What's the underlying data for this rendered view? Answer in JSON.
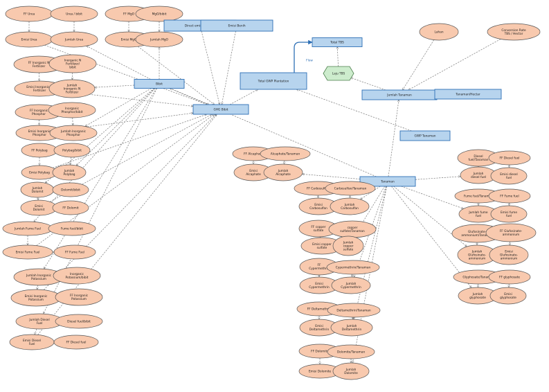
{
  "colors": {
    "ellipse_fill": "#f8c9ae",
    "ellipse_stroke": "#555555",
    "rect_fill": "#b7d4ee",
    "rect_stroke": "#2d6fb5",
    "hex_fill": "#cdeccd",
    "hex_stroke": "#4a7d4a",
    "edge": "#7a7a7a",
    "flow_edge": "#2d6fb5"
  },
  "nodes": [
    {
      "id": "ff_urea",
      "shape": "ellipse",
      "lines": [
        "FF Urea"
      ]
    },
    {
      "id": "urea_bibit",
      "shape": "ellipse",
      "lines": [
        "Urea / bibit"
      ]
    },
    {
      "id": "emisi_urea",
      "shape": "ellipse",
      "lines": [
        "Emisi Urea"
      ]
    },
    {
      "id": "jumlah_urea",
      "shape": "ellipse",
      "lines": [
        "Jumlah Urea"
      ]
    },
    {
      "id": "ff_mgo",
      "shape": "ellipse",
      "lines": [
        "FF MgO"
      ]
    },
    {
      "id": "mgo_bibit",
      "shape": "ellipse",
      "lines": [
        "MgO/bibit"
      ]
    },
    {
      "id": "emisi_mgo",
      "shape": "ellipse",
      "lines": [
        "Emisi MgO"
      ]
    },
    {
      "id": "jumlah_mgo",
      "shape": "ellipse",
      "lines": [
        "Jumlah MgO"
      ]
    },
    {
      "id": "direct_emission",
      "shape": "rect",
      "lines": [
        "Direct emission Bibit"
      ]
    },
    {
      "id": "emisi_benih",
      "shape": "rect",
      "lines": [
        "Emisi Benih"
      ]
    },
    {
      "id": "ff_inorg_n",
      "shape": "ellipse",
      "lines": [
        "FF Inorganic N",
        "Fertilizer"
      ]
    },
    {
      "id": "inorg_n_bibit",
      "shape": "ellipse",
      "lines": [
        "Inorganic N",
        "Fertilizer/",
        "bibit"
      ]
    },
    {
      "id": "emisi_inorg_n",
      "shape": "ellipse",
      "lines": [
        "Emisi Inorganic N",
        "Fertilizer"
      ]
    },
    {
      "id": "jumlah_inorg_n",
      "shape": "ellipse",
      "lines": [
        "Jumlah",
        "Inorganic N",
        "Fertilizer"
      ]
    },
    {
      "id": "bibit",
      "shape": "rect",
      "lines": [
        "Bibit"
      ]
    },
    {
      "id": "ff_inorg_p",
      "shape": "ellipse",
      "lines": [
        "FF Inorganic",
        "Phosphor"
      ]
    },
    {
      "id": "inorg_p_bibit",
      "shape": "ellipse",
      "lines": [
        "Inorganic",
        "Phosphor/bibit"
      ]
    },
    {
      "id": "emisi_inorg_p",
      "shape": "ellipse",
      "lines": [
        "Emisi Inorganic",
        "Phosphor"
      ]
    },
    {
      "id": "jumlah_inorg_p",
      "shape": "ellipse",
      "lines": [
        "Jumlah Inorganic",
        "Phosphor"
      ]
    },
    {
      "id": "ghg_bibit",
      "shape": "rect",
      "lines": [
        "GHG Bibit"
      ]
    },
    {
      "id": "ff_polybag",
      "shape": "ellipse",
      "lines": [
        "FF Polybag"
      ]
    },
    {
      "id": "polybag_bibit",
      "shape": "ellipse",
      "lines": [
        "Polybag/bibit"
      ]
    },
    {
      "id": "emisi_polybag",
      "shape": "ellipse",
      "lines": [
        "Emisi Polybag"
      ]
    },
    {
      "id": "jumlah_polybag",
      "shape": "ellipse",
      "lines": [
        "Jumlah",
        "Polybag"
      ]
    },
    {
      "id": "jumlah_dolomit",
      "shape": "ellipse",
      "lines": [
        "Jumlah",
        "Dolomit"
      ]
    },
    {
      "id": "dolomit_bibit",
      "shape": "ellipse",
      "lines": [
        "Dolomit/bibit"
      ]
    },
    {
      "id": "emisi_dolomit",
      "shape": "ellipse",
      "lines": [
        "Emisi",
        "Dolomit"
      ]
    },
    {
      "id": "ff_dolomit",
      "shape": "ellipse",
      "lines": [
        "FF Dolomit"
      ]
    },
    {
      "id": "jumlah_fume_fuel",
      "shape": "ellipse",
      "lines": [
        "Jumlah Fume Fuel"
      ]
    },
    {
      "id": "fume_fuel_bibit",
      "shape": "ellipse",
      "lines": [
        "Fume fuel/bibit"
      ]
    },
    {
      "id": "emisi_fume_fuel",
      "shape": "ellipse",
      "lines": [
        "Emisi Fume Fuel"
      ]
    },
    {
      "id": "ff_fume_fuel",
      "shape": "ellipse",
      "lines": [
        "FF Fume Fuel"
      ]
    },
    {
      "id": "jumlah_inorg_k",
      "shape": "ellipse",
      "lines": [
        "Jumlah Inorganic",
        "Potassium"
      ]
    },
    {
      "id": "inorg_k_bibit",
      "shape": "ellipse",
      "lines": [
        "Inorganic",
        "Potassium/bibit"
      ]
    },
    {
      "id": "emisi_inorg_k",
      "shape": "ellipse",
      "lines": [
        "Emisi Inorganic",
        "Potassium"
      ]
    },
    {
      "id": "ff_inorg_k",
      "shape": "ellipse",
      "lines": [
        "FF Inorganic",
        "Potassium"
      ]
    },
    {
      "id": "jumlah_diesel",
      "shape": "ellipse",
      "lines": [
        "Jumlah Diesel",
        "Fuel"
      ]
    },
    {
      "id": "diesel_bibit",
      "shape": "ellipse",
      "lines": [
        "Diesel fuel/bibit"
      ]
    },
    {
      "id": "emisi_diesel",
      "shape": "ellipse",
      "lines": [
        "Emisi Diesel",
        "Fuel"
      ]
    },
    {
      "id": "ff_diesel",
      "shape": "ellipse",
      "lines": [
        "FF Diesel fuel"
      ]
    },
    {
      "id": "total_gwp",
      "shape": "rect",
      "lines": [
        "Total GWP Plantation"
      ]
    },
    {
      "id": "total_tbs",
      "shape": "rect",
      "lines": [
        "Total TBS"
      ]
    },
    {
      "id": "laju_tbs",
      "shape": "hex",
      "lines": [
        "Laju TBS"
      ]
    },
    {
      "id": "lahan",
      "shape": "ellipse",
      "lines": [
        "Lahan"
      ]
    },
    {
      "id": "conversion",
      "shape": "ellipse",
      "lines": [
        "Conversion Rate",
        "TBS / Hectar"
      ]
    },
    {
      "id": "jumlah_tanaman",
      "shape": "rect",
      "lines": [
        "Jumlah Tanaman"
      ]
    },
    {
      "id": "tanaman_hectar",
      "shape": "rect",
      "lines": [
        "Tanaman/Hectar"
      ]
    },
    {
      "id": "gwp_tanaman",
      "shape": "rect",
      "lines": [
        "GWP Tanaman"
      ]
    },
    {
      "id": "tanaman",
      "shape": "rect",
      "lines": [
        "Tanaman"
      ]
    },
    {
      "id": "ff_alcaphate",
      "shape": "ellipse",
      "lines": [
        "FF Alcaphate"
      ]
    },
    {
      "id": "alcaphate_tanaman",
      "shape": "ellipse",
      "lines": [
        "Alcaphate/Tanaman"
      ]
    },
    {
      "id": "emisi_alcaphate",
      "shape": "ellipse",
      "lines": [
        "Emisi",
        "Alcaphate"
      ]
    },
    {
      "id": "jumlah_alcaphate",
      "shape": "ellipse",
      "lines": [
        "Jumlah",
        "Alcaphate"
      ]
    },
    {
      "id": "ff_carbosulfan",
      "shape": "ellipse",
      "lines": [
        "FF Carbosulfan"
      ]
    },
    {
      "id": "carbosulfan_tanaman",
      "shape": "ellipse",
      "lines": [
        "Carbosulfan/Tanaman"
      ]
    },
    {
      "id": "emisi_carbosulfan",
      "shape": "ellipse",
      "lines": [
        "Emisi",
        "Carbosulfan"
      ]
    },
    {
      "id": "jumlah_carbosulfan",
      "shape": "ellipse",
      "lines": [
        "Jumlah",
        "Carbosulfan"
      ]
    },
    {
      "id": "ff_copper",
      "shape": "ellipse",
      "lines": [
        "FF copper",
        "sulfate"
      ]
    },
    {
      "id": "copper_tanaman",
      "shape": "ellipse",
      "lines": [
        "copper",
        "sulfate/Tanaman"
      ]
    },
    {
      "id": "emisi_copper",
      "shape": "ellipse",
      "lines": [
        "Emisi copper",
        "sulfate"
      ]
    },
    {
      "id": "jumlah_copper",
      "shape": "ellipse",
      "lines": [
        "Jumlah",
        "copper",
        "sulfate"
      ]
    },
    {
      "id": "ff_cypermethrin",
      "shape": "ellipse",
      "lines": [
        "FF",
        "Cypermethrin"
      ]
    },
    {
      "id": "cypermethrin_tanaman",
      "shape": "ellipse",
      "lines": [
        "Cypermethrin/Tanaman"
      ]
    },
    {
      "id": "emisi_cypermethrin",
      "shape": "ellipse",
      "lines": [
        "Emisi",
        "Cypermethrin"
      ]
    },
    {
      "id": "jumlah_cypermethrin",
      "shape": "ellipse",
      "lines": [
        "Jumlah",
        "Cypermethrin"
      ]
    },
    {
      "id": "ff_deltamethrin",
      "shape": "ellipse",
      "lines": [
        "FF Deltamethrin"
      ]
    },
    {
      "id": "deltamethrin_tanaman",
      "shape": "ellipse",
      "lines": [
        "Deltamethrin/Tanaman"
      ]
    },
    {
      "id": "emisi_deltamethrin",
      "shape": "ellipse",
      "lines": [
        "Emisi",
        "Deltamethrin"
      ]
    },
    {
      "id": "jumlah_deltamethrin",
      "shape": "ellipse",
      "lines": [
        "Jumlah",
        "Deltamethrin"
      ]
    },
    {
      "id": "ff_dolomite",
      "shape": "ellipse",
      "lines": [
        "FF Dolomite"
      ]
    },
    {
      "id": "dolomite_tanaman",
      "shape": "ellipse",
      "lines": [
        "Dolomite/Tanaman"
      ]
    },
    {
      "id": "emisi_dolomite",
      "shape": "ellipse",
      "lines": [
        "Emisi Dolomite"
      ]
    },
    {
      "id": "jumlah_dolomite",
      "shape": "ellipse",
      "lines": [
        "Jumlah",
        "Dolomite"
      ]
    },
    {
      "id": "diesel_tanaman",
      "shape": "ellipse",
      "lines": [
        "Diesel",
        "fuel/Tanaman"
      ]
    },
    {
      "id": "ff_diesel_t",
      "shape": "ellipse",
      "lines": [
        "FF Diesel fuel"
      ]
    },
    {
      "id": "jumlah_diesel_t",
      "shape": "ellipse",
      "lines": [
        "Jumlah",
        "diesel fuel"
      ]
    },
    {
      "id": "emisi_diesel_t",
      "shape": "ellipse",
      "lines": [
        "Emisi diesel",
        "fuel"
      ]
    },
    {
      "id": "fume_tanaman",
      "shape": "ellipse",
      "lines": [
        "Fume fuel/Tanaman"
      ]
    },
    {
      "id": "ff_fume_t",
      "shape": "ellipse",
      "lines": [
        "FF Fume fuel"
      ]
    },
    {
      "id": "jumlah_fume_t",
      "shape": "ellipse",
      "lines": [
        "Jumlah fume",
        "fuel"
      ]
    },
    {
      "id": "emisi_fume_t",
      "shape": "ellipse",
      "lines": [
        "Emisi fume",
        "fuel"
      ]
    },
    {
      "id": "glufo_tanaman",
      "shape": "ellipse",
      "lines": [
        "Glufosinate-",
        "ammonium/Tanaman"
      ]
    },
    {
      "id": "ff_glufo",
      "shape": "ellipse",
      "lines": [
        "FF Glufosinate-",
        "ammonium"
      ]
    },
    {
      "id": "jumlah_glufo",
      "shape": "ellipse",
      "lines": [
        "Jumlah",
        "Glufosinate-",
        "ammonium"
      ]
    },
    {
      "id": "emisi_glufo",
      "shape": "ellipse",
      "lines": [
        "Emisi",
        "Glufosinate-",
        "ammonium"
      ]
    },
    {
      "id": "glypho_tanaman",
      "shape": "ellipse",
      "lines": [
        "Glyphosate/Tanaman"
      ]
    },
    {
      "id": "ff_glypho",
      "shape": "ellipse",
      "lines": [
        "FF glyphosate"
      ]
    },
    {
      "id": "jumlah_glypho",
      "shape": "ellipse",
      "lines": [
        "Jumlah",
        "glyphosate"
      ]
    },
    {
      "id": "emisi_glypho",
      "shape": "ellipse",
      "lines": [
        "Emisi",
        "glyphosate"
      ]
    }
  ],
  "edges": [
    [
      "ff_urea",
      "emisi_urea"
    ],
    [
      "urea_bibit",
      "jumlah_urea"
    ],
    [
      "jumlah_urea",
      "emisi_urea"
    ],
    [
      "ff_mgo",
      "emisi_mgo"
    ],
    [
      "mgo_bibit",
      "jumlah_mgo"
    ],
    [
      "jumlah_mgo",
      "emisi_mgo"
    ],
    [
      "ff_inorg_n",
      "emisi_inorg_n"
    ],
    [
      "inorg_n_bibit",
      "jumlah_inorg_n"
    ],
    [
      "jumlah_inorg_n",
      "emisi_inorg_n"
    ],
    [
      "ff_inorg_p",
      "emisi_inorg_p"
    ],
    [
      "inorg_p_bibit",
      "jumlah_inorg_p"
    ],
    [
      "jumlah_inorg_p",
      "emisi_inorg_p"
    ],
    [
      "ff_polybag",
      "emisi_polybag"
    ],
    [
      "polybag_bibit",
      "jumlah_polybag"
    ],
    [
      "jumlah_polybag",
      "emisi_polybag"
    ],
    [
      "jumlah_dolomit",
      "emisi_dolomit"
    ],
    [
      "ff_dolomit",
      "emisi_dolomit"
    ],
    [
      "dolomit_bibit",
      "jumlah_dolomit"
    ],
    [
      "jumlah_fume_fuel",
      "emisi_fume_fuel"
    ],
    [
      "ff_fume_fuel",
      "emisi_fume_fuel"
    ],
    [
      "fume_fuel_bibit",
      "jumlah_fume_fuel"
    ],
    [
      "jumlah_inorg_k",
      "emisi_inorg_k"
    ],
    [
      "ff_inorg_k",
      "emisi_inorg_k"
    ],
    [
      "inorg_k_bibit",
      "jumlah_inorg_k"
    ],
    [
      "jumlah_diesel",
      "emisi_diesel"
    ],
    [
      "ff_diesel",
      "emisi_diesel"
    ],
    [
      "diesel_bibit",
      "jumlah_diesel"
    ],
    [
      "bibit",
      "jumlah_urea"
    ],
    [
      "bibit",
      "jumlah_mgo"
    ],
    [
      "bibit",
      "jumlah_inorg_n"
    ],
    [
      "bibit",
      "jumlah_inorg_p"
    ],
    [
      "bibit",
      "jumlah_polybag"
    ],
    [
      "bibit",
      "jumlah_dolomit"
    ],
    [
      "bibit",
      "jumlah_fume_fuel"
    ],
    [
      "bibit",
      "jumlah_inorg_k"
    ],
    [
      "bibit",
      "jumlah_diesel"
    ],
    [
      "emisi_urea",
      "ghg_bibit"
    ],
    [
      "emisi_mgo",
      "ghg_bibit"
    ],
    [
      "emisi_inorg_n",
      "ghg_bibit"
    ],
    [
      "emisi_inorg_p",
      "ghg_bibit"
    ],
    [
      "emisi_polybag",
      "ghg_bibit"
    ],
    [
      "emisi_dolomit",
      "ghg_bibit"
    ],
    [
      "emisi_fume_fuel",
      "ghg_bibit"
    ],
    [
      "emisi_inorg_k",
      "ghg_bibit"
    ],
    [
      "emisi_diesel",
      "ghg_bibit"
    ],
    [
      "direct_emission",
      "ghg_bibit"
    ],
    [
      "emisi_benih",
      "ghg_bibit"
    ],
    [
      "bibit",
      "ghg_bibit"
    ],
    [
      "ghg_bibit",
      "total_gwp"
    ],
    [
      "tanaman",
      "bibit"
    ],
    [
      "laju_tbs",
      "total_tbs"
    ],
    [
      "jumlah_tanaman",
      "laju_tbs"
    ],
    [
      "lahan",
      "jumlah_tanaman"
    ],
    [
      "conversion",
      "jumlah_tanaman"
    ],
    [
      "tanaman_hectar",
      "jumlah_tanaman"
    ],
    [
      "tanaman",
      "jumlah_tanaman"
    ],
    [
      "gwp_tanaman",
      "total_gwp"
    ],
    [
      "ff_alcaphate",
      "emisi_alcaphate"
    ],
    [
      "alcaphate_tanaman",
      "jumlah_alcaphate"
    ],
    [
      "jumlah_alcaphate",
      "emisi_alcaphate"
    ],
    [
      "tanaman",
      "jumlah_alcaphate"
    ],
    [
      "ff_carbosulfan",
      "emisi_carbosulfan"
    ],
    [
      "carbosulfan_tanaman",
      "jumlah_carbosulfan"
    ],
    [
      "jumlah_carbosulfan",
      "emisi_carbosulfan"
    ],
    [
      "tanaman",
      "jumlah_carbosulfan"
    ],
    [
      "ff_copper",
      "emisi_copper"
    ],
    [
      "copper_tanaman",
      "jumlah_copper"
    ],
    [
      "jumlah_copper",
      "emisi_copper"
    ],
    [
      "tanaman",
      "jumlah_copper"
    ],
    [
      "ff_cypermethrin",
      "emisi_cypermethrin"
    ],
    [
      "cypermethrin_tanaman",
      "jumlah_cypermethrin"
    ],
    [
      "jumlah_cypermethrin",
      "emisi_cypermethrin"
    ],
    [
      "tanaman",
      "jumlah_cypermethrin"
    ],
    [
      "ff_deltamethrin",
      "emisi_deltamethrin"
    ],
    [
      "deltamethrin_tanaman",
      "jumlah_deltamethrin"
    ],
    [
      "jumlah_deltamethrin",
      "emisi_deltamethrin"
    ],
    [
      "tanaman",
      "jumlah_deltamethrin"
    ],
    [
      "ff_dolomite",
      "emisi_dolomite"
    ],
    [
      "dolomite_tanaman",
      "jumlah_dolomite"
    ],
    [
      "jumlah_dolomite",
      "emisi_dolomite"
    ],
    [
      "tanaman",
      "jumlah_dolomite"
    ],
    [
      "diesel_tanaman",
      "jumlah_diesel_t"
    ],
    [
      "ff_diesel_t",
      "emisi_diesel_t"
    ],
    [
      "jumlah_diesel_t",
      "emisi_diesel_t"
    ],
    [
      "tanaman",
      "jumlah_diesel_t"
    ],
    [
      "fume_tanaman",
      "jumlah_fume_t"
    ],
    [
      "ff_fume_t",
      "emisi_fume_t"
    ],
    [
      "jumlah_fume_t",
      "emisi_fume_t"
    ],
    [
      "tanaman",
      "jumlah_fume_t"
    ],
    [
      "glufo_tanaman",
      "jumlah_glufo"
    ],
    [
      "ff_glufo",
      "emisi_glufo"
    ],
    [
      "jumlah_glufo",
      "emisi_glufo"
    ],
    [
      "tanaman",
      "jumlah_glufo"
    ],
    [
      "glypho_tanaman",
      "jumlah_glypho"
    ],
    [
      "ff_glypho",
      "emisi_glypho"
    ],
    [
      "jumlah_glypho",
      "emisi_glypho"
    ],
    [
      "tanaman",
      "jumlah_glypho"
    ]
  ],
  "flow": {
    "label": "Flow",
    "from": "total_gwp",
    "to": "total_tbs"
  }
}
